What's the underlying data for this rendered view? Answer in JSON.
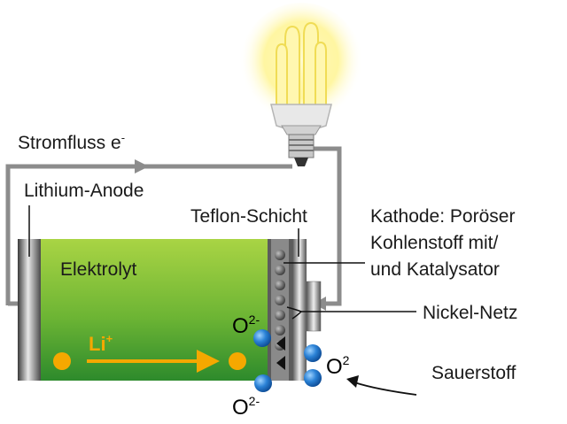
{
  "labels": {
    "current": "Stromfluss e",
    "current_sup": "-",
    "anode": "Lithium-Anode",
    "teflon": "Teflon-Schicht",
    "cathode_line1": "Kathode: Poröser",
    "cathode_line2": "Kohlenstoff mit/",
    "cathode_line3": "und Katalysator",
    "nickel": "Nickel-Netz",
    "electrolyte": "Elektrolyt",
    "oxygen": "Sauerstoff"
  },
  "ions": {
    "lithium": "Li",
    "lithium_sup": "+",
    "oxide_top": "O",
    "oxide_top_sup": "2-",
    "oxide_bottom": "O",
    "oxide_bottom_sup": "2-",
    "oxygen_molecule": "O",
    "oxygen_molecule_sup": "2"
  },
  "colors": {
    "electrolyte_light": "#9ccf3c",
    "electrolyte_dark": "#2f8a2a",
    "wire": "#8c8c8c",
    "lithium_ion": "#f5a800",
    "oxygen_sphere": "#1e73c8",
    "bulb_glow": "#fff27a"
  }
}
